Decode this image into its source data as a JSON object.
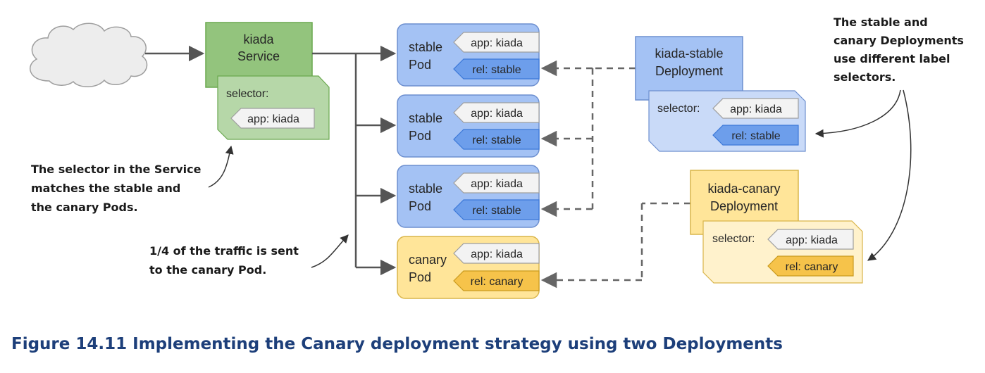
{
  "service": {
    "title_line1": "kiada",
    "title_line2": "Service",
    "selector_label": "selector:",
    "selector_tag": "app: kiada"
  },
  "pods": [
    {
      "kind": "stable",
      "line1": "stable",
      "line2": "Pod",
      "app_tag": "app: kiada",
      "rel_tag": "rel: stable"
    },
    {
      "kind": "stable",
      "line1": "stable",
      "line2": "Pod",
      "app_tag": "app: kiada",
      "rel_tag": "rel: stable"
    },
    {
      "kind": "stable",
      "line1": "stable",
      "line2": "Pod",
      "app_tag": "app: kiada",
      "rel_tag": "rel: stable"
    },
    {
      "kind": "canary",
      "line1": "canary",
      "line2": "Pod",
      "app_tag": "app: kiada",
      "rel_tag": "rel: canary"
    }
  ],
  "deployments": {
    "stable": {
      "title_line1": "kiada-stable",
      "title_line2": "Deployment",
      "selector_label": "selector:",
      "app_tag": "app: kiada",
      "rel_tag": "rel: stable"
    },
    "canary": {
      "title_line1": "kiada-canary",
      "title_line2": "Deployment",
      "selector_label": "selector:",
      "app_tag": "app: kiada",
      "rel_tag": "rel: canary"
    }
  },
  "annotations": {
    "selector_note": [
      "The selector in the Service",
      "matches the stable and",
      "the canary Pods."
    ],
    "traffic_note": [
      "1/4 of the traffic is sent",
      "to the canary Pod."
    ],
    "label_note": [
      "The stable and",
      "canary Deployments",
      "use different label",
      "selectors."
    ]
  },
  "caption": "Figure 14.11 Implementing the Canary deployment strategy using two Deployments",
  "colors": {
    "stable_fill": "#a4c2f4",
    "stable_stroke": "#6d8fcf",
    "stable_tag": "#6d9eeb",
    "canary_fill": "#ffe599",
    "canary_stroke": "#d9b54a",
    "canary_tag": "#f6c34a",
    "service_fill": "#93c47d",
    "service_selector_fill": "#b6d7a8",
    "caption": "#1d3f7a"
  }
}
